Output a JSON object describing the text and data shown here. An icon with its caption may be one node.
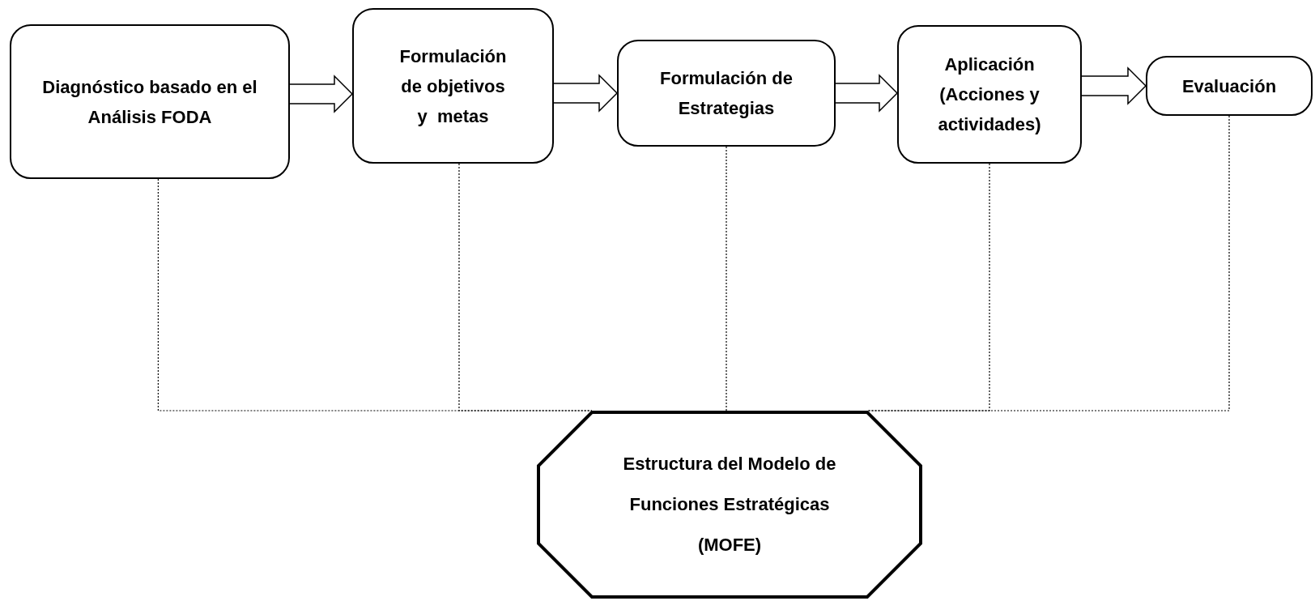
{
  "diagram": {
    "nodes": [
      {
        "text": [
          "Diagnóstico basado en el Análisis FODA"
        ]
      },
      {
        "text": [
          "Formulación de objetivos y  metas"
        ]
      },
      {
        "text": [
          "Formulación de Estrategias"
        ]
      },
      {
        "text": [
          "Aplicación (Acciones y actividades)"
        ]
      },
      {
        "text": [
          "Evaluación"
        ]
      },
      {
        "text": [
          "Estructura del Modelo de Funciones Estratégicas (MOFE)"
        ]
      }
    ],
    "edges": [
      {
        "from": 0,
        "to": 1,
        "arrow": "to"
      },
      {
        "from": 1,
        "to": 2,
        "arrow": "to"
      },
      {
        "from": 2,
        "to": 3,
        "arrow": "to"
      },
      {
        "from": 3,
        "to": 4,
        "arrow": "to"
      },
      {
        "from": 0,
        "to": 5,
        "arrow": "none",
        "style": "dashed"
      },
      {
        "from": 1,
        "to": 5,
        "arrow": "none",
        "style": "dashed"
      },
      {
        "from": 2,
        "to": 5,
        "arrow": "none",
        "style": "dashed"
      },
      {
        "from": 3,
        "to": 5,
        "arrow": "none",
        "style": "dashed"
      },
      {
        "from": 4,
        "to": 5,
        "arrow": "none",
        "style": "dashed"
      }
    ]
  }
}
